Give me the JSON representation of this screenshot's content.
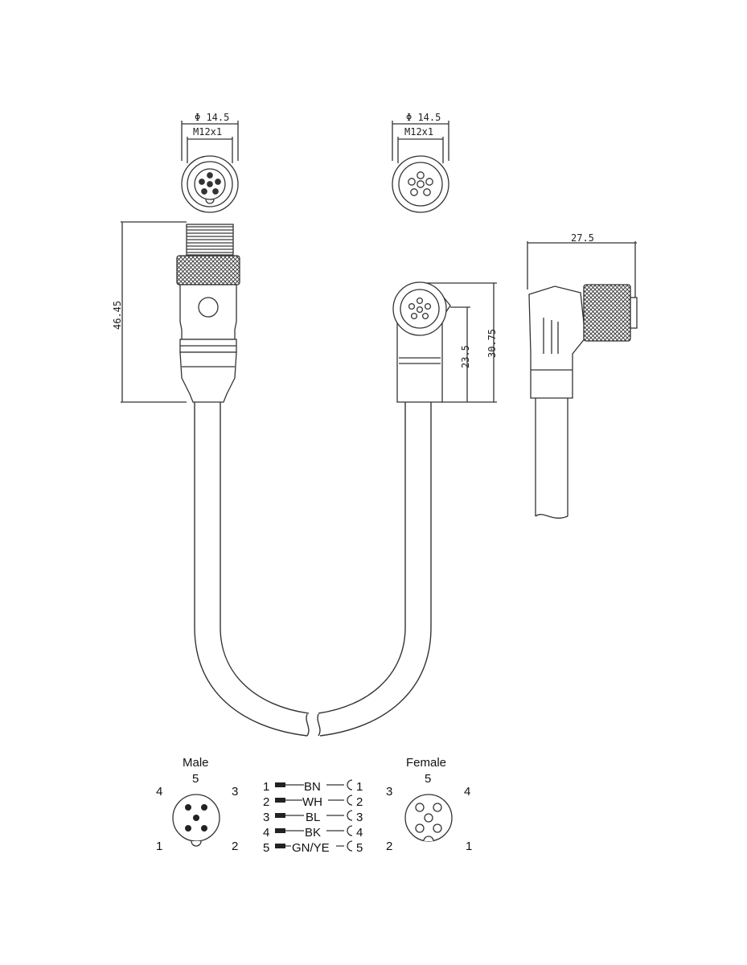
{
  "dimensions": {
    "top_left_diameter": "Φ 14.5",
    "top_left_thread": "M12x1",
    "top_right_diameter": "Φ 14.5",
    "top_right_thread": "M12x1",
    "straight_length": "46.45",
    "angled_height_inner": "23.5",
    "angled_height_outer": "30.75",
    "side_width": "27.5"
  },
  "pinout": {
    "male": {
      "title": "Male",
      "pins": [
        "5",
        "4",
        "3",
        "1",
        "2"
      ]
    },
    "female": {
      "title": "Female",
      "pins": [
        "5",
        "3",
        "4",
        "2",
        "1"
      ]
    },
    "wiring": [
      {
        "left": "1",
        "color": "BN",
        "right": "1"
      },
      {
        "left": "2",
        "color": "WH",
        "right": "2"
      },
      {
        "left": "3",
        "color": "BL",
        "right": "3"
      },
      {
        "left": "4",
        "color": "BK",
        "right": "4"
      },
      {
        "left": "5",
        "color": "GN/YE",
        "right": "5"
      }
    ]
  },
  "colors": {
    "line": "#333333",
    "fill_dark": "#444444",
    "background": "#ffffff"
  }
}
